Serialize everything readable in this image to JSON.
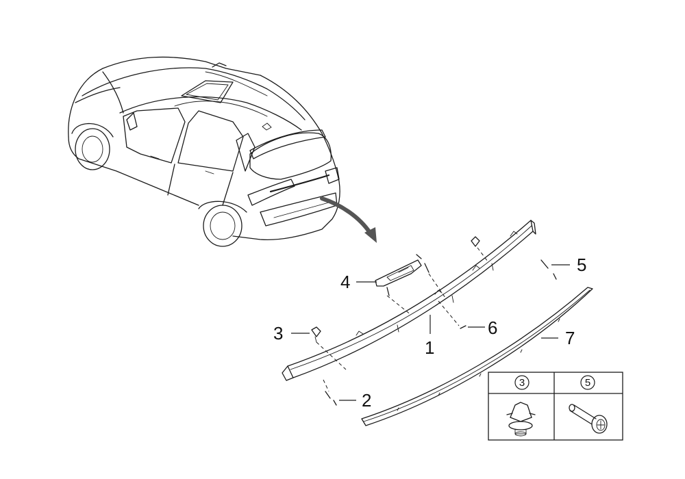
{
  "callouts": [
    {
      "id": "1",
      "label": "1"
    },
    {
      "id": "2",
      "label": "2"
    },
    {
      "id": "3",
      "label": "3"
    },
    {
      "id": "4",
      "label": "4"
    },
    {
      "id": "5",
      "label": "5"
    },
    {
      "id": "6",
      "label": "6"
    },
    {
      "id": "7",
      "label": "7"
    }
  ],
  "inset": {
    "left_label": "3",
    "right_label": "5"
  },
  "colors": {
    "line": "#1a1a1a",
    "background": "#ffffff"
  }
}
